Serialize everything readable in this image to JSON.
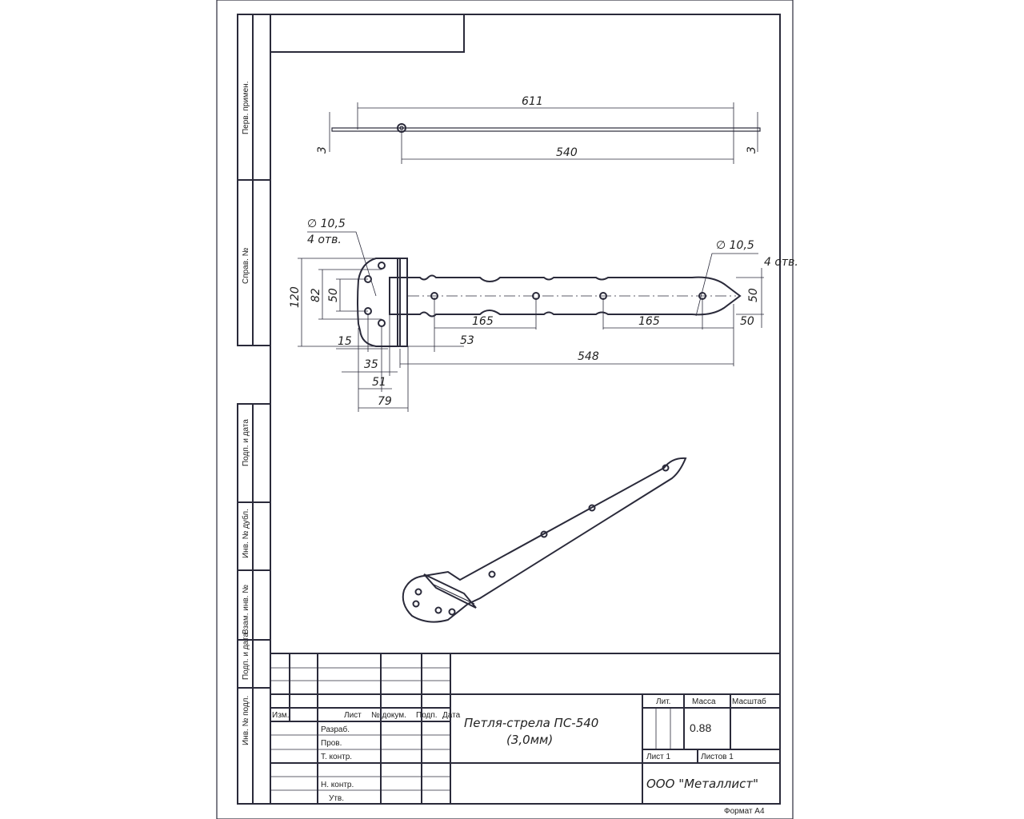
{
  "side_stamps": [
    "Перв. примен.",
    "Справ. №",
    "Подп. и дата",
    "Инв. № дубл.",
    "Взам. инв. №",
    "Подп. и дата",
    "Инв. № подл."
  ],
  "dimensions": {
    "top_view": {
      "overall": "611",
      "strap": "540",
      "thickness_left": "3",
      "thickness_right": "3"
    },
    "front_view": {
      "hole_left": "∅ 10,5",
      "hole_left_count": "4 отв.",
      "hole_right": "∅ 10,5",
      "hole_right_count": "4 отв.",
      "height": "120",
      "hole_spacing_outer": "82",
      "hole_spacing_inner": "50",
      "strap_width": "50",
      "tip": "50",
      "pitch_1": "165",
      "pitch_2": "165",
      "first_hole": "53",
      "strap_length": "548",
      "d15": "15",
      "d35": "35",
      "d51": "51",
      "d79": "79"
    }
  },
  "title_block": {
    "headers": {
      "izm": "Изм.",
      "list": "Лист",
      "ndoc": "№ докум.",
      "podp": "Подп.",
      "data": "Дата"
    },
    "roles": [
      "Разраб.",
      "Пров.",
      "Т. контр.",
      "Н. контр.",
      "Утв."
    ],
    "title_line1": "Петля-стрела ПС-540",
    "title_line2": "(3,0мм)",
    "lit_label": "Лит.",
    "mass_label": "Масса",
    "scale_label": "Масштаб",
    "mass_value": "0.88",
    "sheet": "Лист 1",
    "sheets": "Листов 1",
    "company": "ООО \"Металлист\"",
    "format": "Формат А4"
  }
}
